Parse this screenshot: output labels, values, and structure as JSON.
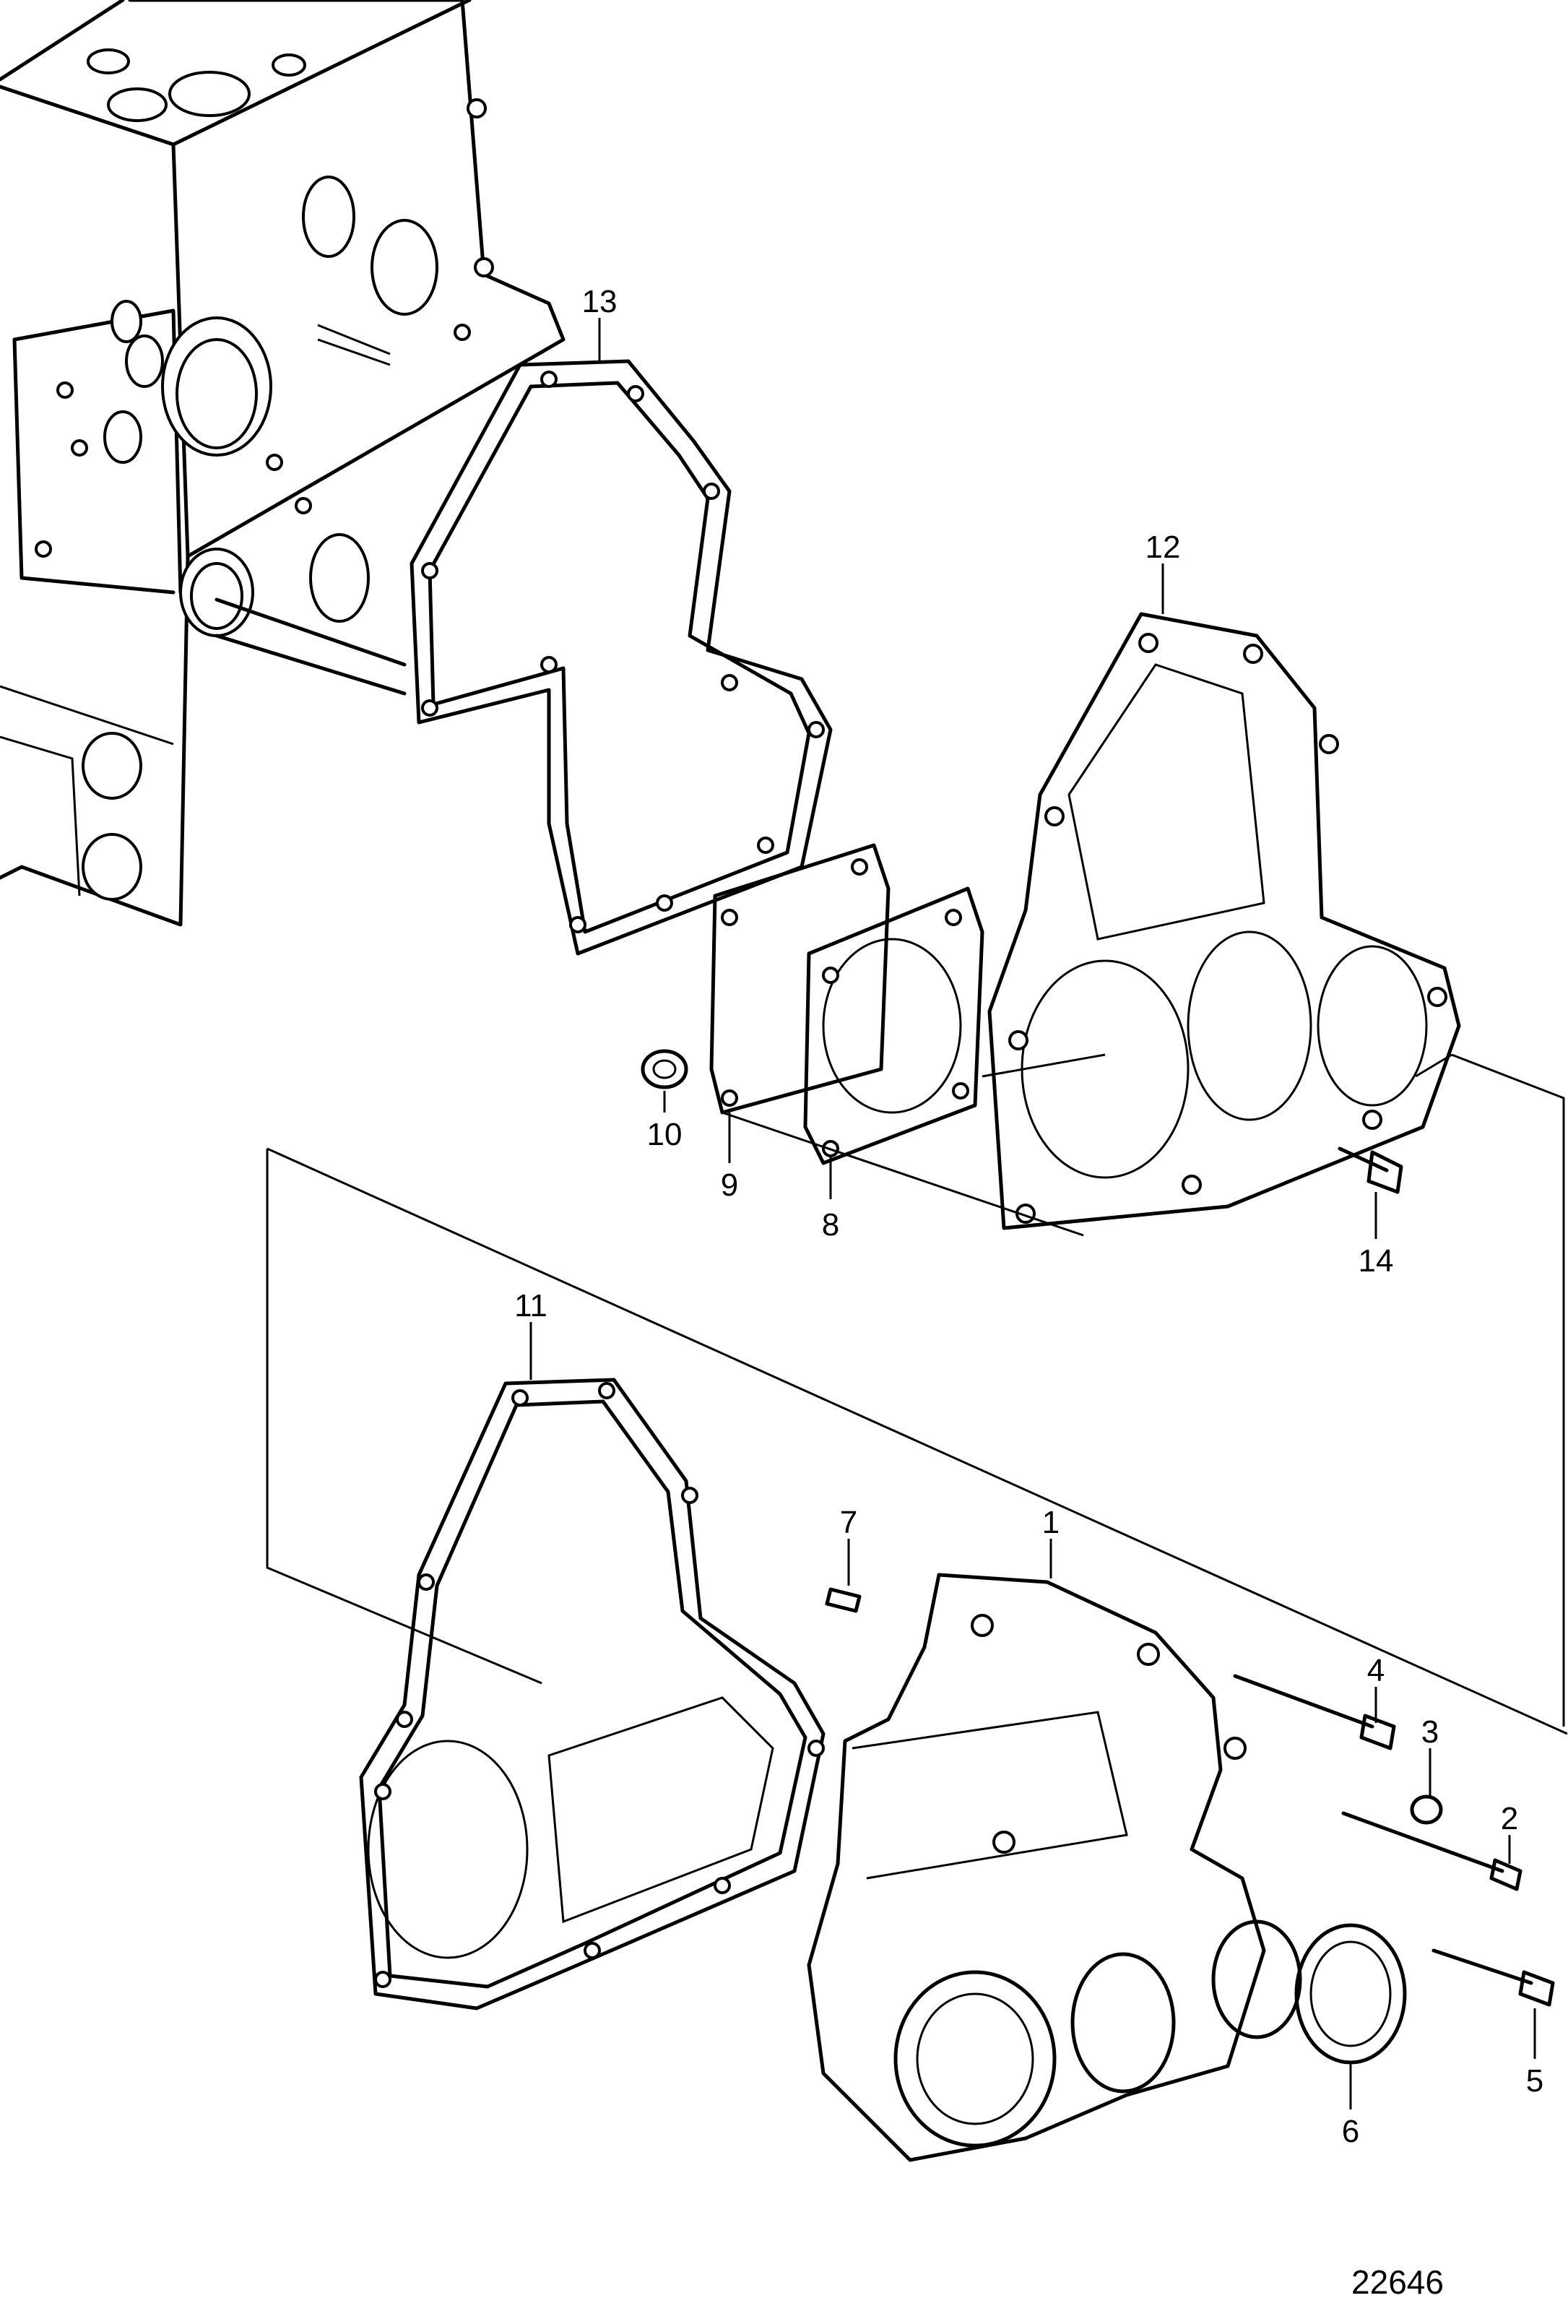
{
  "figure_number": "22646",
  "callouts": {
    "c1": "1",
    "c2": "2",
    "c3": "3",
    "c4": "4",
    "c5": "5",
    "c6": "6",
    "c7": "7",
    "c8": "8",
    "c9": "9",
    "c10": "10",
    "c11": "11",
    "c12": "12",
    "c13": "13",
    "c14": "14"
  }
}
